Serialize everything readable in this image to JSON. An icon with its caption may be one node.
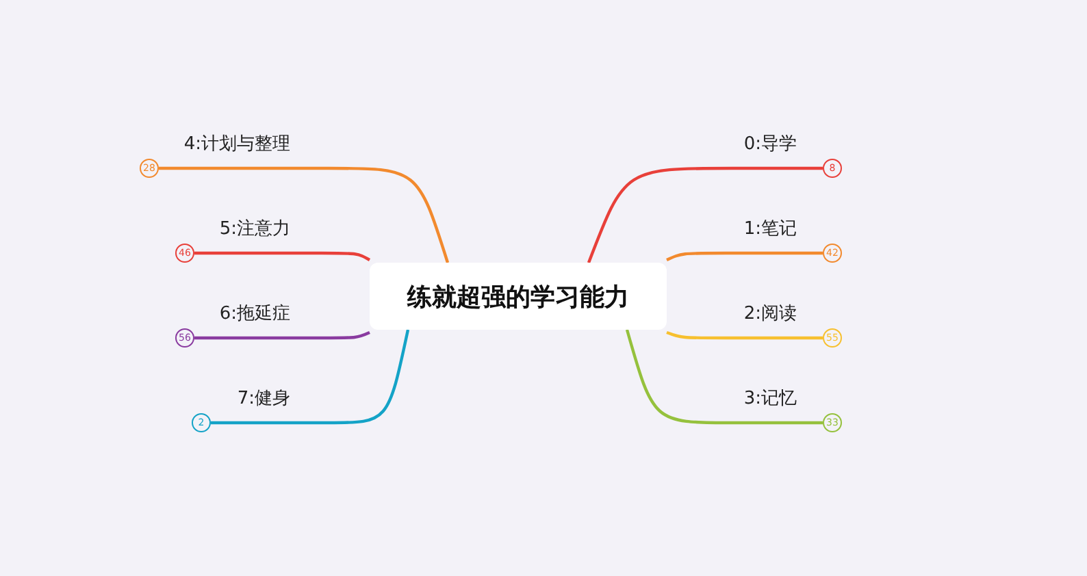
{
  "diagram": {
    "nodes": [
      {
        "text": [
          "练就超强的学习能力"
        ]
      },
      {
        "text": [
          "8"
        ],
        "beside": [
          "0:导学"
        ]
      },
      {
        "text": [
          "42"
        ],
        "beside": [
          "1:笔记"
        ]
      },
      {
        "text": [
          "55"
        ],
        "beside": [
          "2:阅读"
        ]
      },
      {
        "text": [
          "33"
        ],
        "beside": [
          "3:记忆"
        ]
      },
      {
        "text": [
          "28"
        ],
        "beside": [
          "4:计划与整理"
        ]
      },
      {
        "text": [
          "46"
        ],
        "beside": [
          "5:注意力"
        ]
      },
      {
        "text": [
          "56"
        ],
        "beside": [
          "6:拖延症"
        ]
      },
      {
        "text": [
          "2"
        ],
        "beside": [
          "7:健身"
        ]
      }
    ],
    "edges": [
      {
        "from": 0,
        "to": 1,
        "arrow": "none",
        "color": "#e8403a"
      },
      {
        "from": 0,
        "to": 2,
        "arrow": "none",
        "color": "#f28a2e"
      },
      {
        "from": 0,
        "to": 3,
        "arrow": "none",
        "color": "#f7c02f"
      },
      {
        "from": 0,
        "to": 4,
        "arrow": "none",
        "color": "#95c13d"
      },
      {
        "from": 0,
        "to": 5,
        "arrow": "none",
        "color": "#f28a2e"
      },
      {
        "from": 0,
        "to": 6,
        "arrow": "none",
        "color": "#e8403a"
      },
      {
        "from": 0,
        "to": 7,
        "arrow": "none",
        "color": "#8a3ba0"
      },
      {
        "from": 0,
        "to": 8,
        "arrow": "none",
        "color": "#14a3c7"
      }
    ]
  }
}
